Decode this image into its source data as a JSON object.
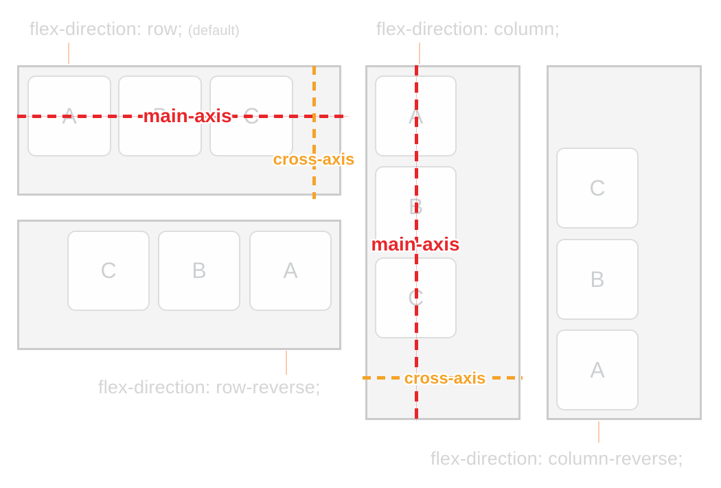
{
  "colors": {
    "red": "#e8262a",
    "orange": "#f5a329",
    "container_fill": "#f4f4f5",
    "container_border": "#cbcbcb",
    "item_fill": "#fefefe",
    "item_border": "#dcdddd",
    "letter": "#cdd0d2",
    "label_gray": "#d5d5d5",
    "connector": "#fbcbb0"
  },
  "axis": {
    "main_label": "main-axis",
    "cross_label": "cross-axis"
  },
  "sections": {
    "row": {
      "label": "flex-direction: row;",
      "suffix": "(default)",
      "items": [
        "A",
        "B",
        "C"
      ]
    },
    "row_reverse": {
      "label": "flex-direction: row-reverse;",
      "items": [
        "C",
        "B",
        "A"
      ]
    },
    "column": {
      "label": "flex-direction: column;",
      "items": [
        "A",
        "B",
        "C"
      ]
    },
    "column_reverse": {
      "label": "flex-direction: column-reverse;",
      "items": [
        "C",
        "B",
        "A"
      ]
    }
  }
}
